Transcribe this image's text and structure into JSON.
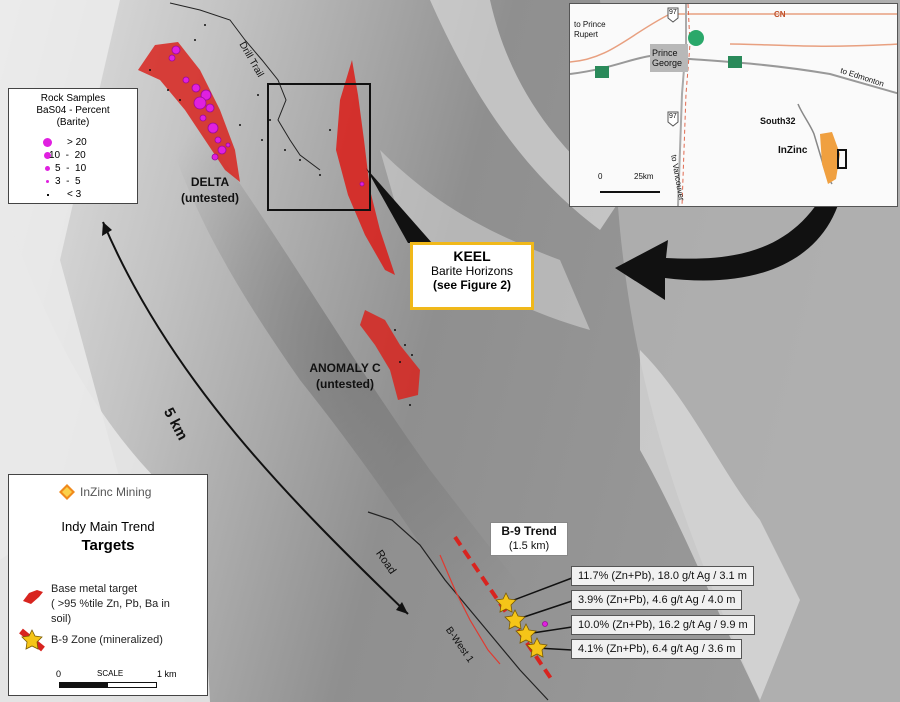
{
  "map": {
    "labels": {
      "drill_trail": "Drill Trail",
      "road": "Road",
      "b_west": "B-West 1",
      "distance": "5 km",
      "delta": "DELTA",
      "delta_note": "(untested)",
      "anomaly": "ANOMALY C",
      "anomaly_note": "(untested)",
      "b9_trend": "B-9 Trend",
      "b9_length": "(1.5 km)"
    },
    "keel": {
      "title": "KEEL",
      "subtitle": "Barite Horizons",
      "reference": "(see Figure 2)"
    },
    "assays": [
      "11.7% (Zn+Pb), 18.0 g/t Ag / 3.1 m",
      "3.9% (Zn+Pb), 4.6 g/t Ag / 4.0 m",
      "10.0% (Zn+Pb), 16.2 g/t Ag / 9.9 m",
      "4.1% (Zn+Pb), 6.4 g/t Ag / 3.6 m"
    ],
    "colors": {
      "target_red": "#d8241f",
      "barite_magenta": "#e020e0",
      "keel_border": "#f0b81a",
      "star_yellow": "#f5c518"
    }
  },
  "rock_legend": {
    "title_line1": "Rock Samples",
    "title_line2": "BaS04 - Percent",
    "title_line3": "(Barite)",
    "classes": [
      {
        "label": "> 20"
      },
      {
        "label": "10  -  20"
      },
      {
        "label": "5  -  10"
      },
      {
        "label": "3  -  5"
      },
      {
        "label": "< 3"
      }
    ]
  },
  "main_legend": {
    "company": "InZinc Mining",
    "heading": "Indy Main Trend",
    "subheading": "Targets",
    "base_metal_line1": "Base metal target",
    "base_metal_line2": "( >95 %tile Zn, Pb, Ba in",
    "base_metal_line3": "soil)",
    "b9_zone": "B-9 Zone (mineralized)",
    "scale_label": "SCALE",
    "scale_zero": "0",
    "scale_end": "1 km"
  },
  "inset": {
    "to_prince_rupert_1": "to Prince",
    "to_prince_rupert_2": "Rupert",
    "prince_george_1": "Prince",
    "prince_george_2": "George",
    "to_edmonton": "to Edmonton",
    "to_vancouver": "to Vancouver",
    "cn": "CN",
    "hwy": "97",
    "south32": "South32",
    "inzinc": "InZinc",
    "scale_zero": "0",
    "scale_end": "25km"
  }
}
